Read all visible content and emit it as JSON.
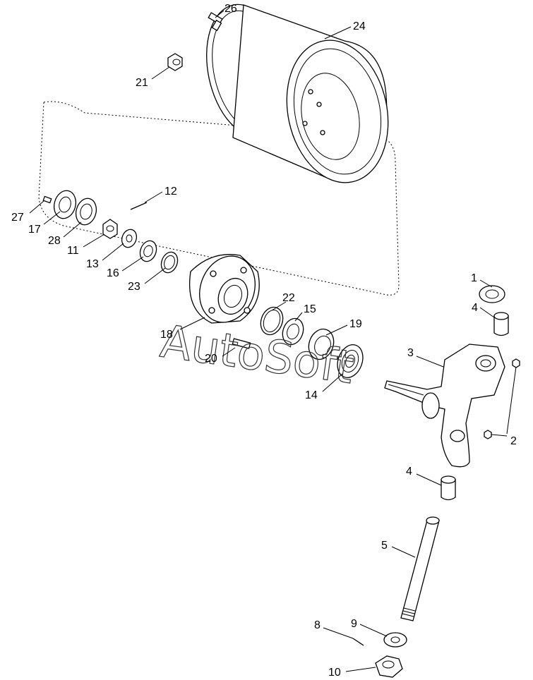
{
  "watermark": "AutoSoft",
  "callouts": {
    "c1": "1",
    "c2": "2",
    "c3": "3",
    "c4a": "4",
    "c4b": "4",
    "c5": "5",
    "c8": "8",
    "c9": "9",
    "c10": "10",
    "c11": "11",
    "c12": "12",
    "c13": "13",
    "c14": "14",
    "c15": "15",
    "c16": "16",
    "c17": "17",
    "c18": "18",
    "c19": "19",
    "c20": "20",
    "c21": "21",
    "c22": "22",
    "c23": "23",
    "c24": "24",
    "c26": "26",
    "c27": "27",
    "c28": "28"
  }
}
